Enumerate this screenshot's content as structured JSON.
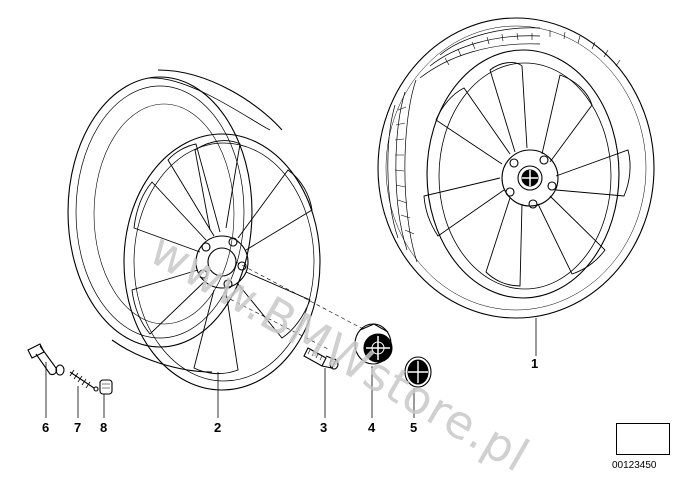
{
  "watermark": "www.BMWstore.pl",
  "doc_number": "00123450",
  "callouts": [
    "1",
    "2",
    "3",
    "4",
    "5",
    "6",
    "7",
    "8"
  ]
}
